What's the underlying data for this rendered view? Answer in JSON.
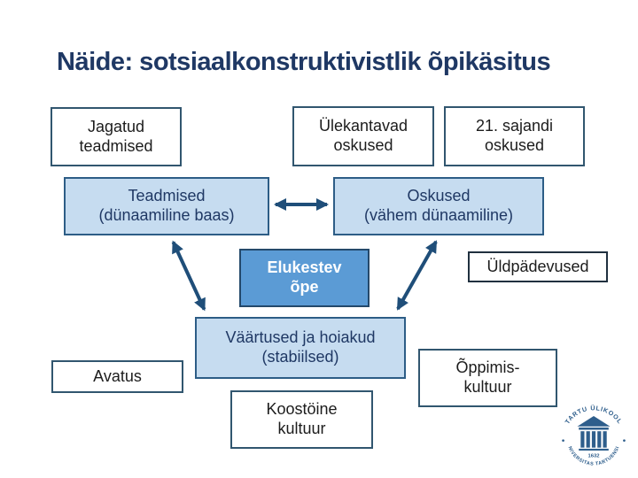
{
  "title": "Näide: sotsiaalkonstruktivistlik õpikäsitus",
  "boxes": {
    "jagatud_teadmised": {
      "line1": "Jagatud",
      "line2": "teadmised"
    },
    "ulekantavad_oskused": {
      "line1": "Ülekantavad",
      "line2": "oskused"
    },
    "sajandi_oskused": {
      "line1": "21. sajandi",
      "line2": "oskused"
    },
    "teadmised": {
      "line1": "Teadmised",
      "line2": "(dünaamiline baas)"
    },
    "oskused": {
      "line1": "Oskused",
      "line2": "(vähem dünaamiline)"
    },
    "elukestev_ope": {
      "line1": "Elukestev",
      "line2": "õpe"
    },
    "uldpadevused": {
      "line1": "Üldpädevused"
    },
    "vaartused": {
      "line1": "Väärtused ja hoiakud",
      "line2": "(stabiilsed)"
    },
    "avatus": {
      "line1": "Avatus"
    },
    "oppimiskultuur": {
      "line1": "Õppimis-",
      "line2": "kultuur"
    },
    "koostoine_kultuur": {
      "line1": "Koostöine",
      "line2": "kultuur"
    }
  },
  "logo": {
    "top_text": "TARTU ÜLIKOOL",
    "bottom_text": "UNIVERSITAS TARTUENSIS",
    "year": "1632"
  },
  "colors": {
    "title_text": "#1f3864",
    "light_blue_fill": "#c6dcf0",
    "medium_blue_fill": "#5b9bd5",
    "light_box_border": "#2d5d86",
    "white_box_border": "#31566f",
    "arrow": "#1f4e79",
    "logo_blue": "#2e5e8c"
  }
}
